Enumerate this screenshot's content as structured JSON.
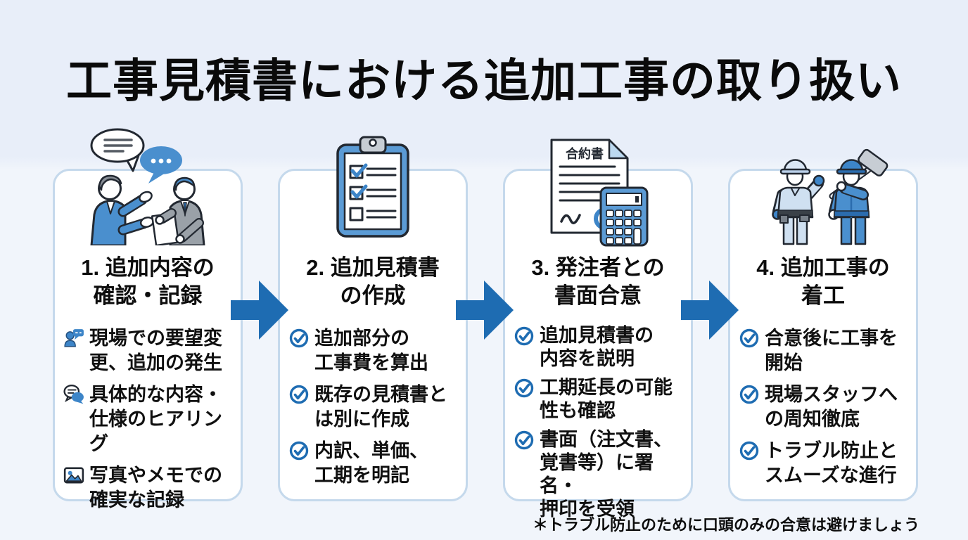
{
  "page": {
    "title": "工事見積書における追加工事の取り扱い",
    "footnote": "＊トラブル防止のために口頭のみの合意は避けましょう"
  },
  "colors": {
    "accent_blue": "#1e6cb2",
    "illustration_blue": "#4a8fce",
    "illustration_dark_blue": "#2b6cae",
    "illustration_light": "#cfe0f1",
    "card_border": "#c5d9ec",
    "background_top": "#e8eef9",
    "background_bottom": "#f1f5fb",
    "text": "#0d0d0d"
  },
  "steps": [
    {
      "illustration": "two-businessmen-talking",
      "title_lines": [
        "1. 追加内容の",
        "確認・記録"
      ],
      "items": [
        {
          "icon": "person-comment-icon",
          "lines": [
            "現場での要望変",
            "更、追加の発生"
          ]
        },
        {
          "icon": "chat-bubbles-icon",
          "lines": [
            "具体的な内容・",
            "仕様のヒアリング"
          ]
        },
        {
          "icon": "photo-icon",
          "lines": [
            "写真やメモでの",
            "確実な記録"
          ]
        }
      ]
    },
    {
      "illustration": "checklist-clipboard",
      "title_lines": [
        "2. 追加見積書",
        "の作成"
      ],
      "items": [
        {
          "icon": "check-circle-icon",
          "lines": [
            "追加部分の",
            "工事費を算出"
          ]
        },
        {
          "icon": "check-circle-icon",
          "lines": [
            "既存の見積書と",
            "は別に作成"
          ]
        },
        {
          "icon": "check-circle-icon",
          "lines": [
            "内訳、単価、",
            "工期を明記"
          ]
        }
      ]
    },
    {
      "illustration": "contract-and-calculator",
      "contract_label": "合約書",
      "title_lines": [
        "3. 発注者との",
        "書面合意"
      ],
      "items": [
        {
          "icon": "check-circle-icon",
          "lines": [
            "追加見積書の",
            "内容を説明"
          ]
        },
        {
          "icon": "check-circle-icon",
          "lines": [
            "工期延長の可能",
            "性も確認"
          ]
        },
        {
          "icon": "check-circle-icon",
          "lines": [
            "書面（注文書、",
            "覚書等）に署名・",
            "押印を受領"
          ]
        }
      ]
    },
    {
      "illustration": "two-construction-workers",
      "title_lines": [
        "4. 追加工事の",
        "着工"
      ],
      "items": [
        {
          "icon": "check-circle-icon",
          "lines": [
            "合意後に工事を",
            "開始"
          ]
        },
        {
          "icon": "check-circle-icon",
          "lines": [
            "現場スタッフへ",
            "の周知徹底"
          ]
        },
        {
          "icon": "check-circle-icon",
          "lines": [
            "トラブル防止と",
            "スムーズな進行"
          ]
        }
      ]
    }
  ]
}
